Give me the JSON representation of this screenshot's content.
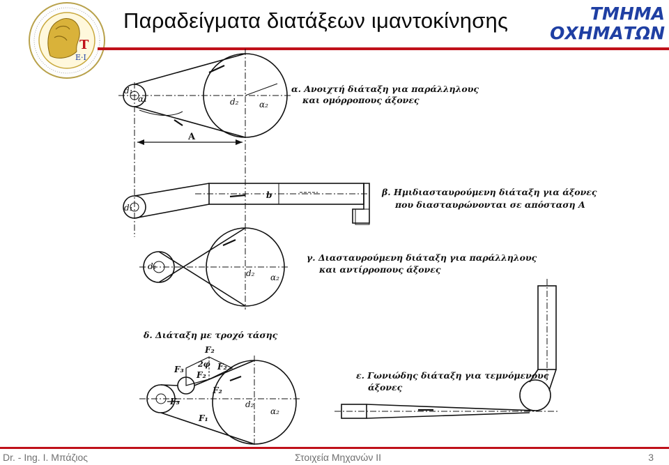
{
  "slide": {
    "title": "Παραδείγματα διατάξεων ιμαντοκίνησης",
    "department": [
      "ΤΜΗΜΑ",
      "ΟΧΗΜΑΤΩΝ"
    ],
    "footer_left": "Dr. - Ing. I. Μπάζιος",
    "footer_center": "Στοιχεία Μηχανών ΙΙ",
    "page_number": "3",
    "accent_color": "#c0111a",
    "department_color": "#1f3fa3"
  },
  "diagram": {
    "captions": {
      "a_line1": "α. Ανοιχτή διάταξη για παράλληλους",
      "a_line2": "και ομόρροπους άξονες",
      "b_line1": "β. Ημιδιασταυρούμενη διάταξη για άξονες",
      "b_line2": "που διασταυρώνονται σε απόσταση Α",
      "c_line1": "γ. Διασταυρούμενη διάταξη για παράλληλους",
      "c_line2": "και αντίρροπους άξονες",
      "d_line1": "δ. Διάταξη με τροχό τάσης",
      "e_line1": "ε. Γωνιώδης διάταξη για τεμνόμενους",
      "e_line2": "άξονες"
    },
    "labels": {
      "A": "A",
      "b": "b",
      "d1": "d₁",
      "d2": "d₂",
      "a1": "α₁",
      "a2": "α₂",
      "F1": "F₁",
      "F2": "F₂",
      "F3": "F₃",
      "two_phi": "2φ"
    }
  }
}
